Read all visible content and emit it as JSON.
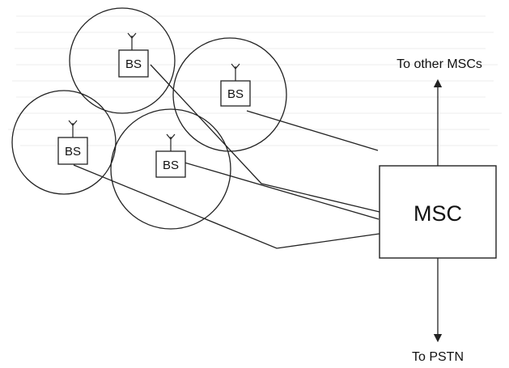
{
  "diagram": {
    "base_stations": [
      {
        "id": "bs-top-left",
        "label": "BS"
      },
      {
        "id": "bs-top-right",
        "label": "BS"
      },
      {
        "id": "bs-left",
        "label": "BS"
      },
      {
        "id": "bs-center",
        "label": "BS"
      }
    ],
    "msc": {
      "label": "MSC"
    },
    "links": {
      "to_other_mscs": "To other MSCs",
      "to_pstn": "To PSTN"
    },
    "colors": {
      "line": "#222222",
      "background": "#ffffff"
    }
  }
}
